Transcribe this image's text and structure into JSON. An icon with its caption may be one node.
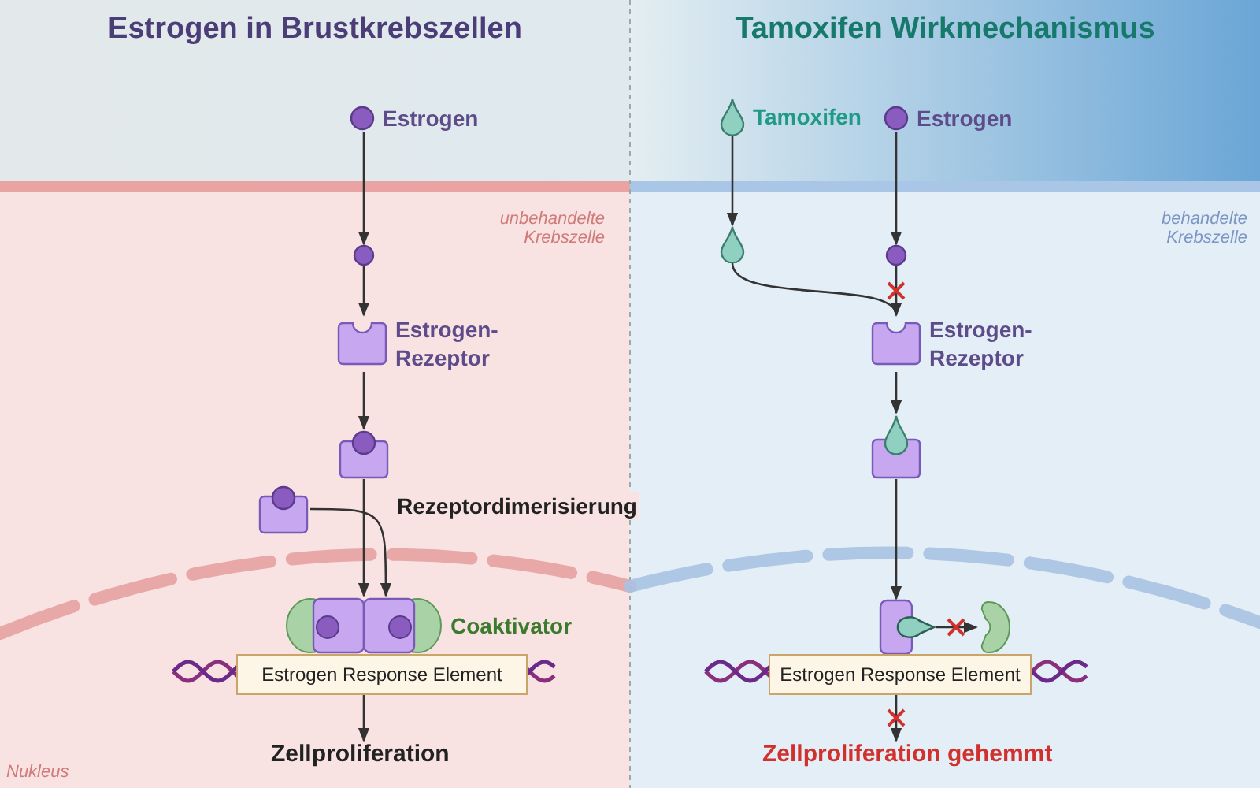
{
  "diagram": {
    "nodes": [
      {
        "text": [
          "Estrogen"
        ]
      },
      {
        "text": [],
        "shape": "circle"
      },
      {
        "text": [
          "Estrogen-Rezeptor"
        ]
      },
      {
        "text": [],
        "shape": "box"
      },
      {
        "text": [],
        "shape": "box"
      },
      {
        "text": [],
        "shape": "picture"
      },
      {
        "text": [
          "Coaktivator"
        ]
      },
      {
        "text": [
          "Estrogen Response Element"
        ]
      },
      {
        "text": [
          "Zellproliferation"
        ]
      },
      {
        "text": [
          "Tamoxifen"
        ]
      },
      {
        "text": [
          "Estrogen"
        ]
      },
      {
        "text": [],
        "shape": "picture"
      },
      {
        "text": [],
        "shape": "circle"
      },
      {
        "text": [
          "Estrogen-Rezeptor"
        ]
      },
      {
        "text": [],
        "shape": "box"
      },
      {
        "text": [],
        "shape": "box"
      },
      {
        "text": [],
        "shape": "picture"
      },
      {
        "text": [
          "Estrogen Response Element"
        ]
      },
      {
        "text": [
          "Zellproliferation gehemmt"
        ]
      }
    ],
    "edges": [
      {
        "from": 0,
        "to": 1,
        "arrow": "to"
      },
      {
        "from": 1,
        "to": 2,
        "arrow": "to"
      },
      {
        "from": 2,
        "to": 3,
        "arrow": "to"
      },
      {
        "from": 3,
        "to": 5,
        "arrow": "to"
      },
      {
        "from": 4,
        "to": 5,
        "arrow": "to",
        "label": "Rezeptordimerisierung"
      },
      {
        "from": 7,
        "to": 8,
        "arrow": "to"
      },
      {
        "from": 9,
        "to": 11,
        "arrow": "to"
      },
      {
        "from": 10,
        "to": 12,
        "arrow": "to"
      },
      {
        "from": 11,
        "to": 13,
        "arrow": "to"
      },
      {
        "from": 12,
        "to": 13,
        "arrow": "to"
      },
      {
        "from": 13,
        "to": 14,
        "arrow": "to"
      },
      {
        "from": 14,
        "to": 15,
        "arrow": "to"
      },
      {
        "from": 15,
        "to": 16,
        "arrow": "to"
      },
      {
        "from": 17,
        "to": 18,
        "arrow": "to"
      }
    ],
    "labels": [
      "Estrogen in Brustkrebszellen",
      "Tamoxifen Wirkmechanismus",
      "unbehandelte Krebszelle",
      "behandelte Krebszelle",
      "Nukleus"
    ]
  }
}
